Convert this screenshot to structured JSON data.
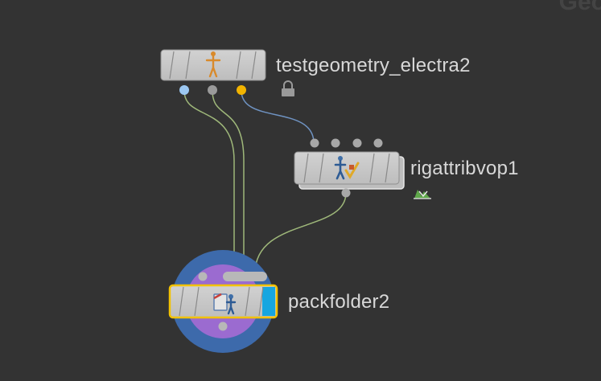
{
  "network": {
    "corner_text": "Geo",
    "nodes": [
      {
        "id": "testgeometry_electra2",
        "label": "testgeometry_electra2",
        "icon": "electra-figure-icon",
        "flag_icon": "lock-icon"
      },
      {
        "id": "rigattribvop1",
        "label": "rigattribvop1",
        "icon": "rig-vop-icon",
        "flag_icon": "output-flag-icon"
      },
      {
        "id": "packfolder2",
        "label": "packfolder2",
        "icon": "packfolder-icon",
        "selected": true,
        "display_flag": true
      }
    ],
    "colors": {
      "background": "#333333",
      "node_body": "#c8c8c8",
      "selected_outline": "#f2c200",
      "display_flag": "#16a6e0",
      "output_blue": "#9cc8f2",
      "output_grey": "#9a9a9a",
      "output_yellow": "#f2b400",
      "wire_green": "#9fb87a",
      "wire_blue": "#6f93c2"
    }
  }
}
